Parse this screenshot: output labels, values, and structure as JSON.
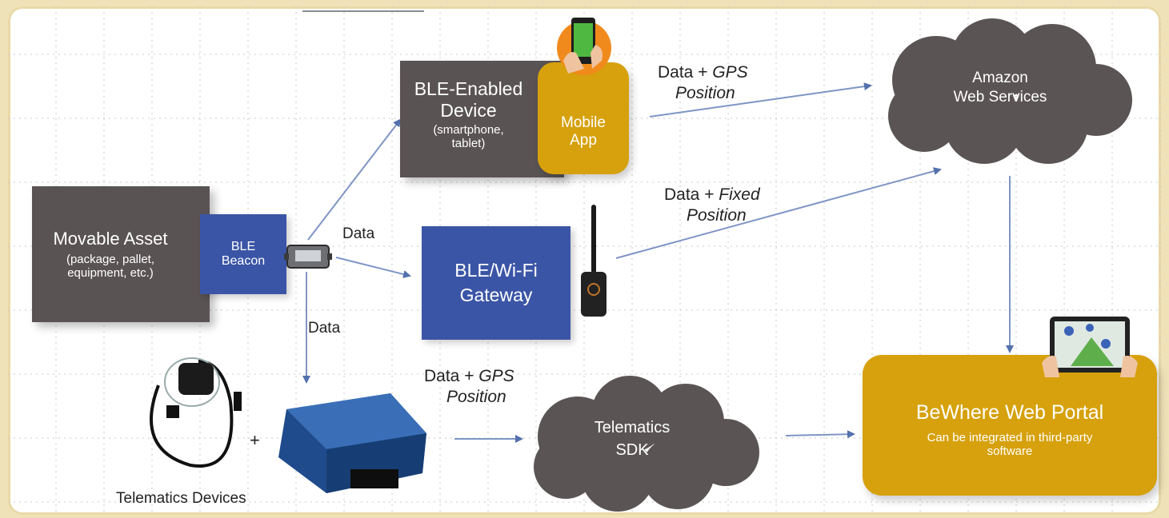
{
  "nodes": {
    "ble_device": {
      "title_line1": "BLE-Enabled",
      "title_line2": "Device",
      "sub_line1": "(smartphone,",
      "sub_line2": "tablet)"
    },
    "mobile_app": {
      "line1": "Mobile",
      "line2": "App"
    },
    "movable_asset": {
      "title": "Movable Asset",
      "sub_line1": "(package, pallet,",
      "sub_line2": "equipment, etc.)"
    },
    "ble_beacon": {
      "line1": "BLE",
      "line2": "Beacon"
    },
    "gateway": {
      "line1": "BLE/Wi-Fi",
      "line2": "Gateway"
    },
    "aws": {
      "line1": "Amazon",
      "line2": "Web Services"
    },
    "telematics_sdk": {
      "line1": "Telematics",
      "line2": "SDK"
    },
    "portal": {
      "title": "BeWhere Web Portal",
      "sub_line1": "Can be integrated in third-party",
      "sub_line2": "software"
    },
    "telematics_devices": {
      "label": "Telematics Devices",
      "plus": "+"
    }
  },
  "edge_labels": {
    "device_to_aws": {
      "prefix": "Data + ",
      "em1": "GPS",
      "em2": "Position"
    },
    "gateway_to_aws": {
      "prefix": "Data + ",
      "em1": "Fixed",
      "em2": "Position"
    },
    "beacon_to_gateway": "Data",
    "beacon_to_obd": "Data",
    "obd_to_sdk": {
      "prefix": "Data + ",
      "em1": "GPS",
      "em2": "Position"
    }
  },
  "colors": {
    "dark_box": "#5a5354",
    "blue_box": "#3b55a6",
    "gold_box": "#d6a10c",
    "cloud": "#5b5454",
    "arrow": "#7f95c4",
    "page_border": "#efe2b8"
  },
  "icons": [
    "smartphone-in-hand-icon",
    "beacon-device-icon",
    "antenna-gateway-icon",
    "gps-tracker-cable-icon",
    "obd-device-icon",
    "tablet-map-icon"
  ]
}
